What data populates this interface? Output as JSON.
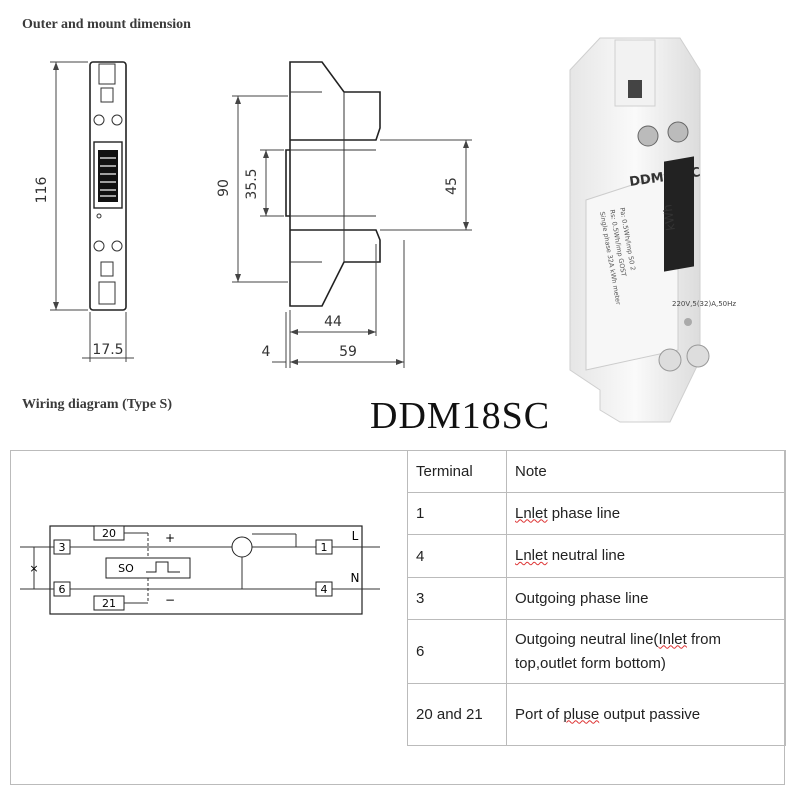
{
  "headings": {
    "dimension": "Outer and mount dimension",
    "wiring": "Wiring diagram (Type S)"
  },
  "model": "DDM18SC",
  "dimensions": {
    "front_height": "116",
    "front_width": "17.5",
    "side_height": "90",
    "rail_height": "35.5",
    "body_height": "45",
    "depth_front": "44",
    "depth_total": "59",
    "rail_offset": "4"
  },
  "photo": {
    "model_label": "DDM18SC",
    "unit": "kWh",
    "rating": "220V,5(32)A,50Hz",
    "text_lines": [
      "Single phase 32A kWh meter",
      "Rs: 0.5Wh/imp GOST",
      "Pa: 0.5Wh/imp 50 2"
    ]
  },
  "wiring": {
    "terminals": [
      "3",
      "6",
      "20",
      "21",
      "1",
      "4"
    ],
    "so_label": "SO",
    "plus": "+",
    "minus": "−",
    "line_label": "L",
    "neutral_label": "N",
    "cross": "×"
  },
  "table": {
    "headers": [
      "Terminal",
      "Note"
    ],
    "rows": [
      {
        "terminal": "1",
        "note_a": "Lnlet",
        "note_b": " phase line",
        "note_c": "",
        "note_d": ""
      },
      {
        "terminal": "4",
        "note_a": "Lnlet",
        "note_b": " neutral line",
        "note_c": "",
        "note_d": ""
      },
      {
        "terminal": "3",
        "note_a": "",
        "note_b": "Outgoing phase line",
        "note_c": "",
        "note_d": ""
      },
      {
        "terminal": "6",
        "note_a": "",
        "note_b": "Outgoing neutral line(",
        "note_c": "Inlet",
        "note_d": " from top,outlet form bottom)"
      },
      {
        "terminal": "20 and 21",
        "note_a": "",
        "note_b": "Port of ",
        "note_c": "pluse",
        "note_d": " output passive"
      }
    ]
  }
}
